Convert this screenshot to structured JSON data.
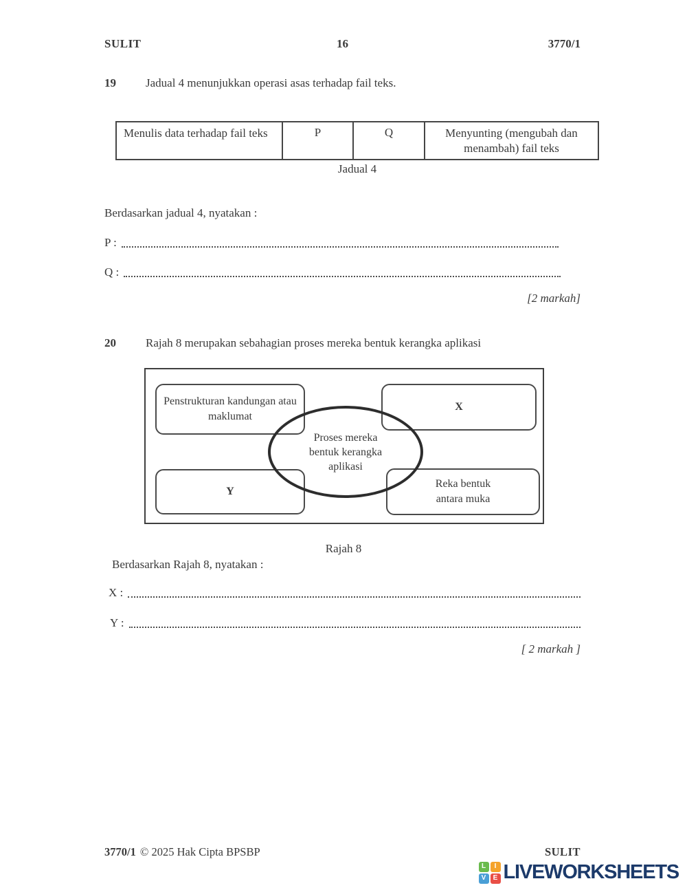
{
  "header": {
    "left": "SULIT",
    "page_number": "16",
    "right": "3770/1"
  },
  "q19": {
    "number": "19",
    "prompt": "Jadual 4  menunjukkan operasi asas terhadap fail teks.",
    "table": {
      "cells": [
        "Menulis data terhadap fail teks",
        "P",
        "Q",
        "Menyunting (mengubah dan menambah) fail teks"
      ],
      "caption": "Jadual 4"
    },
    "instruction": "Berdasarkan jadual 4, nyatakan :",
    "blanks": [
      {
        "label": "P :"
      },
      {
        "label": "Q :"
      }
    ],
    "marks": "[2 markah]"
  },
  "q20": {
    "number": "20",
    "prompt": "Rajah 8 merupakan sebahagian proses mereka bentuk kerangka aplikasi",
    "diagram": {
      "box_top_left": "Penstrukturan kandungan atau maklumat",
      "box_top_right": "X",
      "box_bottom_left": "Y",
      "box_bottom_right": "Reka bentuk antara muka",
      "center_ellipse": "Proses mereka bentuk kerangka aplikasi"
    },
    "caption": "Rajah 8",
    "instruction": "Berdasarkan Rajah 8, nyatakan :",
    "blanks": [
      {
        "label": "X :"
      },
      {
        "label": "Y :"
      }
    ],
    "marks": "[ 2 markah ]"
  },
  "footer": {
    "left_code": "3770/1",
    "left_text": "© 2025 Hak Cipta BPSBP",
    "right": "SULIT"
  },
  "logo": {
    "text": "LIVEWORKSHEETS",
    "grid_letters": [
      "L",
      "I",
      "V",
      "E"
    ],
    "grid_colors": [
      "#6abb4d",
      "#f5a32b",
      "#4a9fd6",
      "#e94f46"
    ],
    "text_color": "#1c3a6a"
  }
}
